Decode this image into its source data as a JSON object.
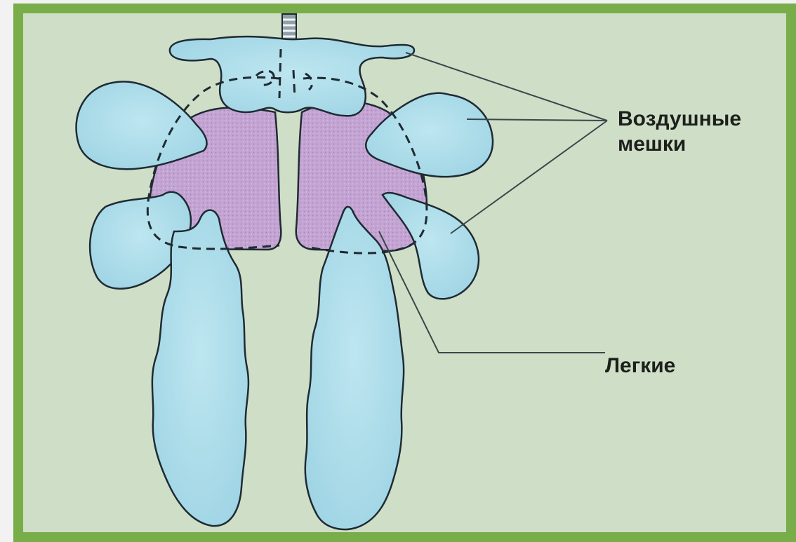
{
  "diagram": {
    "labels": {
      "air_sacs_line1": "Воздушные",
      "air_sacs_line2": "мешки",
      "lungs": "Легкие"
    },
    "colors": {
      "frame": "#78ad4a",
      "background": "#cfdfc7",
      "air_sac_fill": "#a9dbe8",
      "lung_fill": "#c6a8d2",
      "outline": "#1f2a33"
    }
  }
}
